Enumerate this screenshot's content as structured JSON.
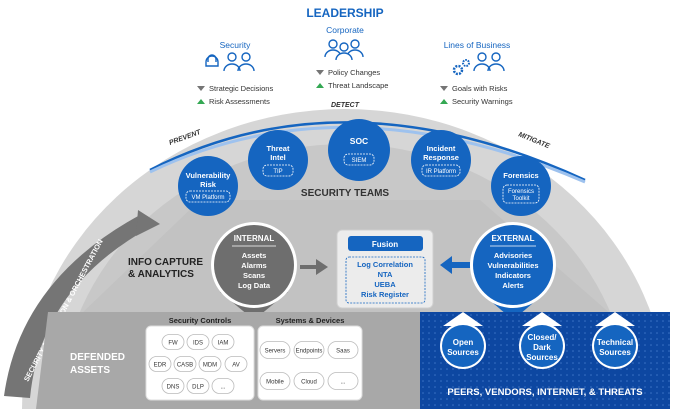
{
  "header": {
    "title": "LEADERSHIP"
  },
  "leadership": {
    "security": {
      "title": "Security",
      "down": "Strategic Decisions",
      "up": "Risk Assessments"
    },
    "corporate": {
      "title": "Corporate",
      "down": "Policy Changes",
      "up": "Threat Landscape"
    },
    "lob": {
      "title": "Lines of Business",
      "down": "Goals with Risks",
      "up": "Security Warnings"
    }
  },
  "arc_labels": {
    "prevent": "PREVENT",
    "detect": "DETECT",
    "mitigate": "MITIGATE"
  },
  "teams": {
    "label": "SECURITY TEAMS",
    "vuln": {
      "line1": "Vulnerability",
      "line2": "Risk",
      "tool": "VM Platform"
    },
    "intel": {
      "line1": "Threat",
      "line2": "Intel",
      "tool": "TIP"
    },
    "soc": {
      "line1": "SOC",
      "tool": "SIEM"
    },
    "ir": {
      "line1": "Incident",
      "line2": "Response",
      "tool": "IR Platform"
    },
    "forensics": {
      "line1": "Forensics",
      "tool1": "Forensics",
      "tool2": "Toolkit"
    }
  },
  "side_label": "SECURITY AUTOMATION & ORCHESTRATION",
  "info_capture": {
    "line1": "INFO CAPTURE",
    "line2": "& ANALYTICS"
  },
  "internal": {
    "title": "INTERNAL",
    "items": [
      "Assets",
      "Alarms",
      "Scans",
      "Log Data"
    ]
  },
  "fusion": {
    "title": "Fusion",
    "items": [
      "Log Correlation",
      "NTA",
      "UEBA",
      "Risk Register"
    ]
  },
  "external": {
    "title": "EXTERNAL",
    "items": [
      "Advisories",
      "Vulnerabilities",
      "Indicators",
      "Alerts"
    ]
  },
  "defended": {
    "line1": "DEFENDED",
    "line2": "ASSETS"
  },
  "controls": {
    "title": "Security Controls",
    "items": [
      "FW",
      "IDS",
      "IAM",
      "EDR",
      "CASB",
      "MDM",
      "AV",
      "DNS",
      "DLP",
      "..."
    ]
  },
  "systems": {
    "title": "Systems & Devices",
    "items": [
      "Servers",
      "Endpoints",
      "Saas",
      "Mobile",
      "Cloud",
      "..."
    ]
  },
  "sources": [
    {
      "line1": "Open",
      "line2": "Sources",
      "line3": ""
    },
    {
      "line1": "Closed/",
      "line2": "Dark",
      "line3": "Sources"
    },
    {
      "line1": "Technical",
      "line2": "Sources",
      "line3": ""
    }
  ],
  "peers": "PEERS, VENDORS, INTERNET, & THREATS",
  "colors": {
    "blue": "#1565c0",
    "dark_blue": "#0d47a1",
    "grey": "#bdbdbd",
    "dark_grey": "#7a7a7a",
    "green": "#34a853"
  }
}
